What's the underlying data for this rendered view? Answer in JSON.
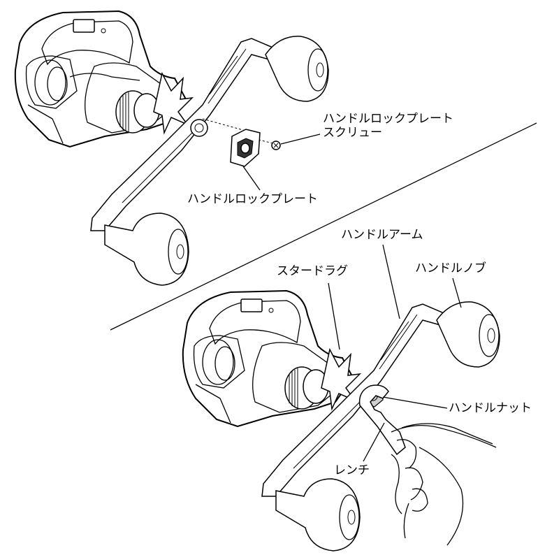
{
  "labels": {
    "lock_plate_screw_line1": "ハンドルロックプレート",
    "lock_plate_screw_line2": "スクリュー",
    "lock_plate": "ハンドルロックプレート",
    "handle_arm": "ハンドルアーム",
    "star_drag": "スタードラグ",
    "handle_knob": "ハンドルノブ",
    "handle_nut": "ハンドルナット",
    "wrench": "レンチ"
  }
}
